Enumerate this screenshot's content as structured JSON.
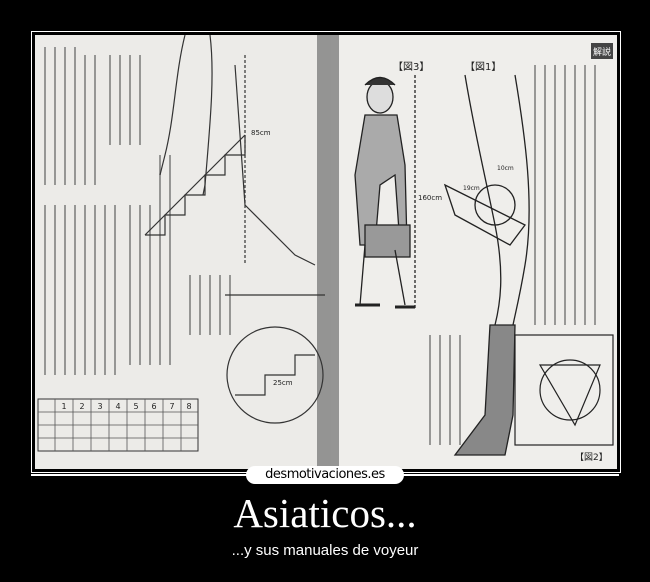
{
  "poster": {
    "site_logo": "desmotivaciones.es",
    "title": "Asiaticos...",
    "subtitle": "...y sus manuales de voyeur"
  },
  "photo": {
    "figure_labels": [
      "【図3】",
      "【図1】",
      "【図2】"
    ],
    "section_tag": "解説",
    "measurements": [
      "85cm",
      "160cm",
      "10cm",
      "19cm",
      "25cm"
    ],
    "table_header": [
      "1",
      "2",
      "3",
      "4",
      "5",
      "6",
      "7",
      "8"
    ]
  }
}
